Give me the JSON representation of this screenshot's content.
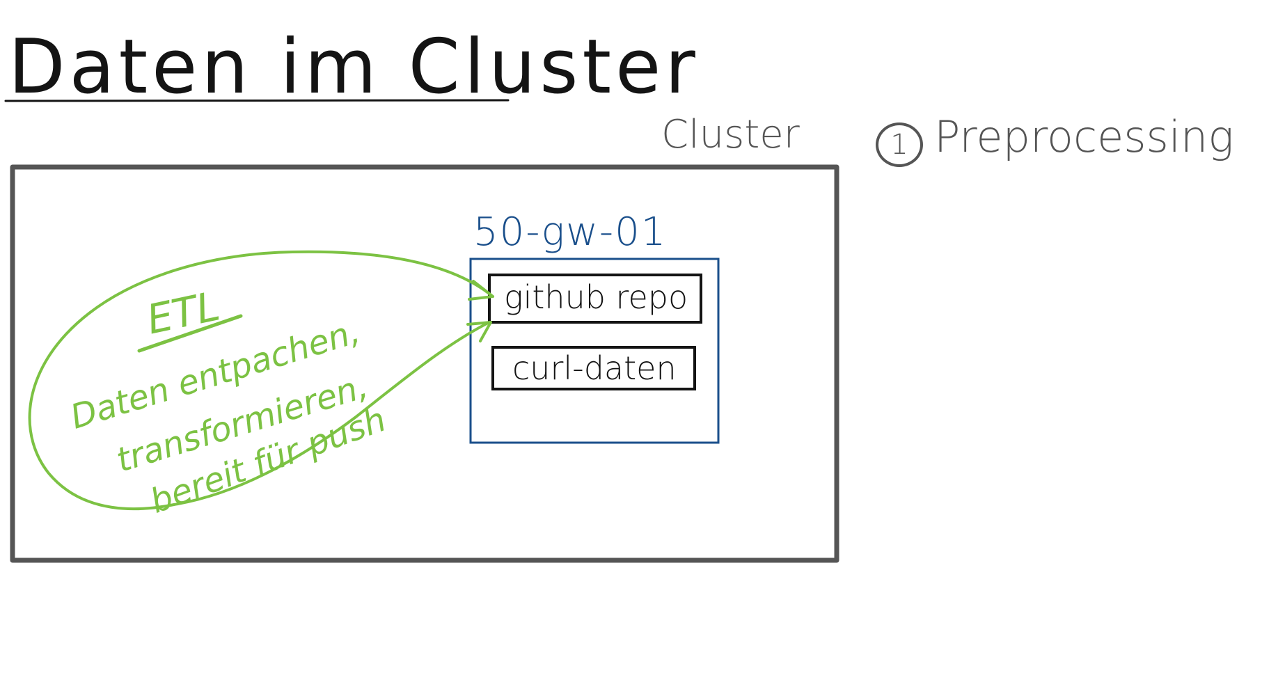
{
  "title": "Daten im Cluster",
  "cluster_label": "Cluster",
  "step": {
    "number": "1",
    "label": "Preprocessing"
  },
  "host": {
    "label": "50-gw-01",
    "components": [
      "github repo",
      "curl-daten"
    ]
  },
  "etl": {
    "title": "ETL",
    "lines": [
      "Daten entpachen,",
      "transformieren,",
      "bereit für push"
    ]
  },
  "colors": {
    "ink": "#141414",
    "cluster_border": "#555555",
    "host_blue": "#1a4f8b",
    "etl_green": "#7cc243"
  }
}
